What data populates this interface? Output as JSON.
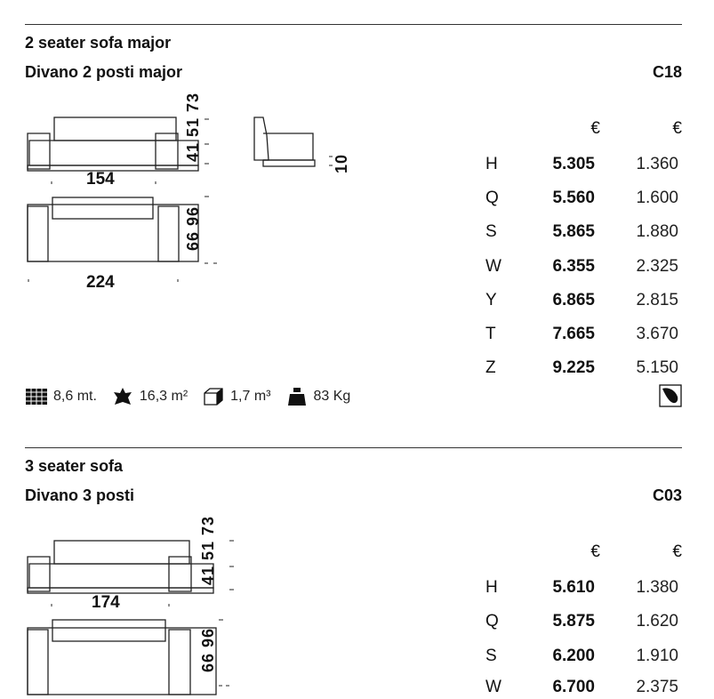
{
  "sections": [
    {
      "title_en": "2 seater sofa major",
      "title_it": "Divano 2 posti major",
      "code": "C18",
      "currency_main": "€",
      "currency_sub": "€",
      "dims": {
        "front_width": "154",
        "plan_width": "224",
        "heights": "41 51 73",
        "plan_depths": "66 96",
        "side_label": "10"
      },
      "prices": [
        {
          "grade": "H",
          "main": "5.305",
          "sub": "1.360"
        },
        {
          "grade": "Q",
          "main": "5.560",
          "sub": "1.600"
        },
        {
          "grade": "S",
          "main": "5.865",
          "sub": "1.880"
        },
        {
          "grade": "W",
          "main": "6.355",
          "sub": "2.325"
        },
        {
          "grade": "Y",
          "main": "6.865",
          "sub": "2.815"
        },
        {
          "grade": "T",
          "main": "7.665",
          "sub": "3.670"
        },
        {
          "grade": "Z",
          "main": "9.225",
          "sub": "5.150"
        }
      ],
      "specs": {
        "fabric": "8,6 mt.",
        "leather": "16,3 m²",
        "volume": "1,7 m³",
        "weight": "83 Kg"
      }
    },
    {
      "title_en": "3 seater sofa",
      "title_it": "Divano 3 posti",
      "code": "C03",
      "currency_main": "€",
      "currency_sub": "€",
      "dims": {
        "front_width": "174",
        "heights": "41 51 73",
        "plan_depths": "66 96"
      },
      "prices": [
        {
          "grade": "H",
          "main": "5.610",
          "sub": "1.380"
        },
        {
          "grade": "Q",
          "main": "5.875",
          "sub": "1.620"
        },
        {
          "grade": "S",
          "main": "6.200",
          "sub": "1.910"
        },
        {
          "grade": "W",
          "main": "6.700",
          "sub": "2.375"
        }
      ]
    }
  ]
}
